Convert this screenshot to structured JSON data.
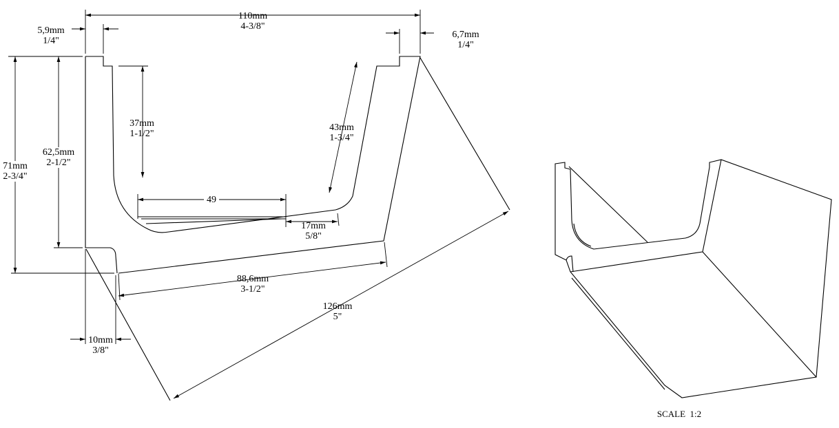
{
  "dimensions": {
    "overall_width": {
      "mm": "110mm",
      "inch": "4-3/8\""
    },
    "left_lip": {
      "mm": "5,9mm",
      "inch": "1/4\""
    },
    "right_lip": {
      "mm": "6,7mm",
      "inch": "1/4\""
    },
    "inner_left_height": {
      "mm": "37mm",
      "inch": "1-1/2\""
    },
    "inner_right_height": {
      "mm": "43mm",
      "inch": "1-3/4\""
    },
    "back_height": {
      "mm": "62,5mm",
      "inch": "2-1/2\""
    },
    "overall_height": {
      "mm": "71mm",
      "inch": "2-3/4\""
    },
    "inner_floor": {
      "mm": "49"
    },
    "ledge": {
      "mm": "17mm",
      "inch": "5/8\""
    },
    "base_length": {
      "mm": "88,6mm",
      "inch": "3-1/2\""
    },
    "depth": {
      "mm": "126mm",
      "inch": "5\""
    },
    "foot": {
      "mm": "10mm",
      "inch": "3/8\""
    }
  },
  "scale_label": "SCALE  1:2"
}
